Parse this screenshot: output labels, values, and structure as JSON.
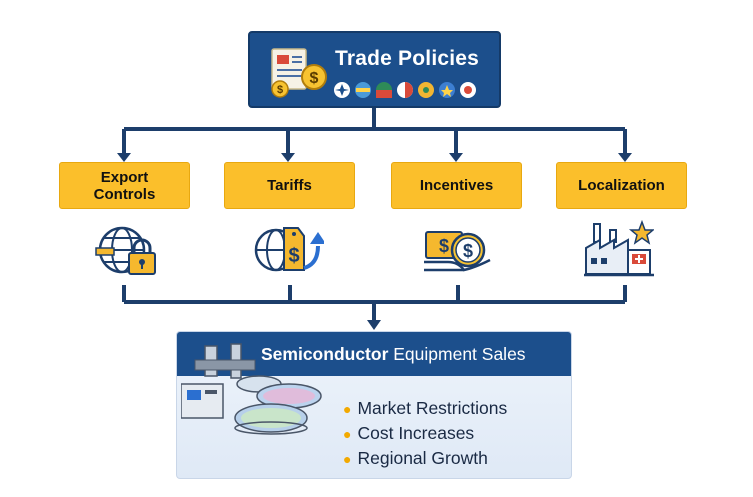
{
  "top": {
    "title": "Trade Policies",
    "icons": [
      "document-icon",
      "dollar-coin-icon",
      "flag-icons"
    ]
  },
  "policies": [
    {
      "label": "Export\nControls",
      "icon": "globe-lock-icon"
    },
    {
      "label": "Tariffs",
      "icon": "globe-tag-arrow-icon"
    },
    {
      "label": "Incentives",
      "icon": "money-coin-icon"
    },
    {
      "label": "Localization",
      "icon": "factory-star-icon"
    }
  ],
  "bottom": {
    "title_bold": "Semiconductor",
    "title_rest": " Equipment Sales",
    "impacts": [
      "Market Restrictions",
      "Cost Increases",
      "Regional Growth"
    ]
  },
  "colors": {
    "navy": "#1c4f8c",
    "gold": "#fbbf2b",
    "line": "#1d3e6b"
  }
}
